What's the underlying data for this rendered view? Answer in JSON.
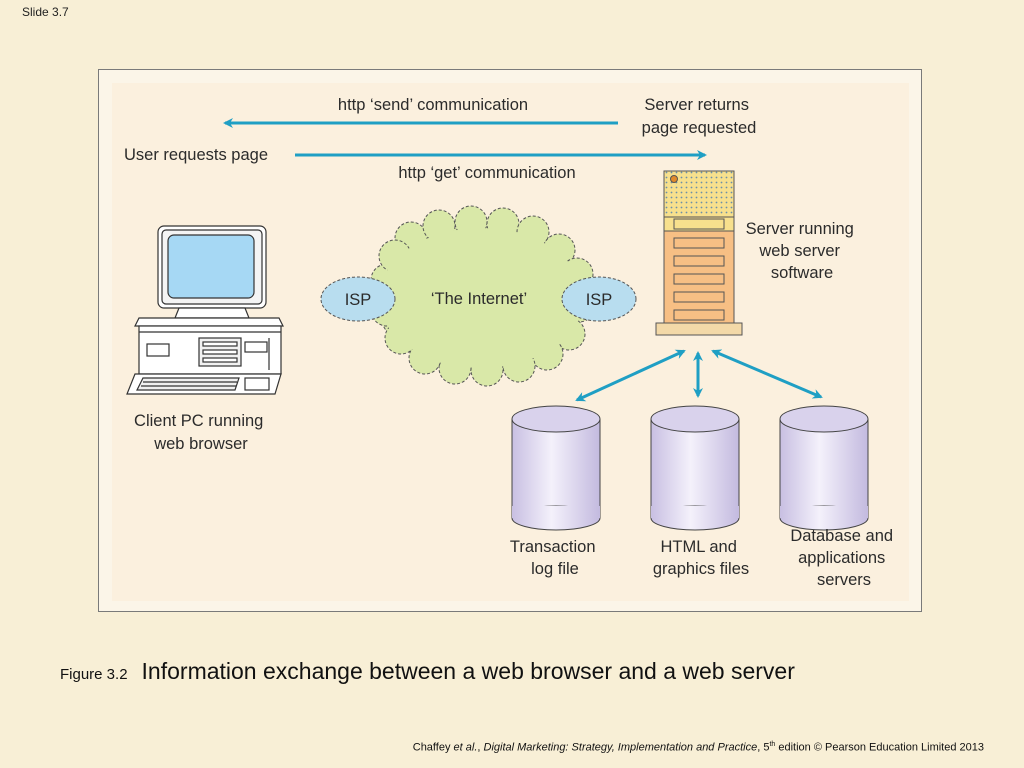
{
  "slide_label": "Slide 3.7",
  "diagram": {
    "arrow_send_label": "http ‘send’ communication",
    "arrow_get_label": "http ‘get’ communication",
    "user_requests_label": "User requests page",
    "server_returns_label": [
      "Server returns",
      "page requested"
    ],
    "server_label": [
      "Server running",
      "web server",
      "software"
    ],
    "client_label": [
      "Client PC running",
      "web browser"
    ],
    "internet_label": "‘The Internet’",
    "isp_left_label": "ISP",
    "isp_right_label": "ISP",
    "db_transaction_label": [
      "Transaction",
      "log file"
    ],
    "db_html_label": [
      "HTML and",
      "graphics files"
    ],
    "db_database_label": [
      "Database and",
      "applications",
      "servers"
    ]
  },
  "caption": {
    "figure_label": "Figure 3.2",
    "title": "Information exchange between a web browser and a web server"
  },
  "citation": {
    "author": "Chaffey",
    "etal": "et al.",
    "sep1": ", ",
    "book": "Digital Marketing: Strategy, Implementation and Practice",
    "sep2": ", ",
    "edition_num": "5",
    "edition_sup": "th",
    "rest": " edition © Pearson Education Limited 2013"
  },
  "colors": {
    "arrow": "#1f9fc4",
    "cloud": "#d9e8a8",
    "isp": "#b8ddef",
    "monitor_screen": "#a6d8f4",
    "server_top": "#f7e08d",
    "server_body": "#f7bf84",
    "cylinder": "#d9d2ec",
    "panel": "#fbf0de"
  }
}
